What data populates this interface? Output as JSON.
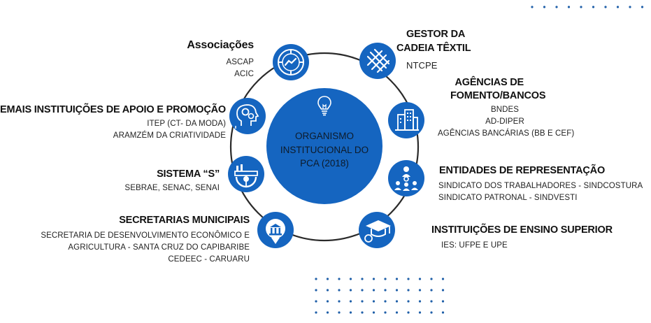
{
  "colors": {
    "primary": "#1565c0",
    "ring": "#2a2a2a",
    "dots": "#1f5fa8"
  },
  "center": {
    "lines": [
      "ORGANISMO",
      "INSTITUCIONAL DO",
      "PCA (2018)"
    ],
    "icon": "lightbulb-icon"
  },
  "nodes": [
    {
      "key": "associacoes",
      "icon": "handshake-circle-icon",
      "title": "Associações",
      "lines": [
        "ASCAP",
        "ACIC"
      ]
    },
    {
      "key": "gestor",
      "icon": "textile-weave-icon",
      "title_lines": [
        "GESTOR DA",
        "CADEIA TÊXTIL"
      ],
      "lines": [
        "NTCPE"
      ]
    },
    {
      "key": "agencias",
      "icon": "city-buildings-icon",
      "title_lines": [
        "AGÊNCIAS DE",
        "FOMENTO/BANCOS"
      ],
      "lines": [
        "BNDES",
        "AD-DIPER",
        "AGÊNCIAS BANCÁRIAS (BB E CEF)"
      ]
    },
    {
      "key": "entidades",
      "icon": "people-network-icon",
      "title": "ENTIDADES DE REPRESENTAÇÃO",
      "lines": [
        "SINDICATO DOS TRABALHADORES - SINDCOSTURA",
        "SINDICATO PATRONAL - SINDVESTI"
      ]
    },
    {
      "key": "ensino",
      "icon": "graduation-cap-icon",
      "title": "INSTITUIÇÕES DE ENSINO SUPERIOR",
      "lines": [
        "IES: UFPE E UPE"
      ]
    },
    {
      "key": "secretarias",
      "icon": "government-building-icon",
      "title": "SECRETARIAS MUNICIPAIS",
      "lines": [
        "SECRETARIA DE DESENVOLVIMENTO ECONÔMICO E",
        "AGRICULTURA - SANTA CRUZ DO CAPIBARIBE",
        "CEDEEC - CARUARU"
      ]
    },
    {
      "key": "sistema",
      "icon": "factory-gear-icon",
      "title": "SISTEMA “S”",
      "lines": [
        "SEBRAE, SENAC, SENAI"
      ]
    },
    {
      "key": "demais",
      "icon": "head-gears-icon",
      "title": "DEMAIS INSTITUIÇÕES DE APOIO E PROMOÇÃO",
      "lines": [
        "ITEP (CT- DA MODA)",
        "ARAMZÉM DA CRIATIVIDADE"
      ]
    }
  ]
}
